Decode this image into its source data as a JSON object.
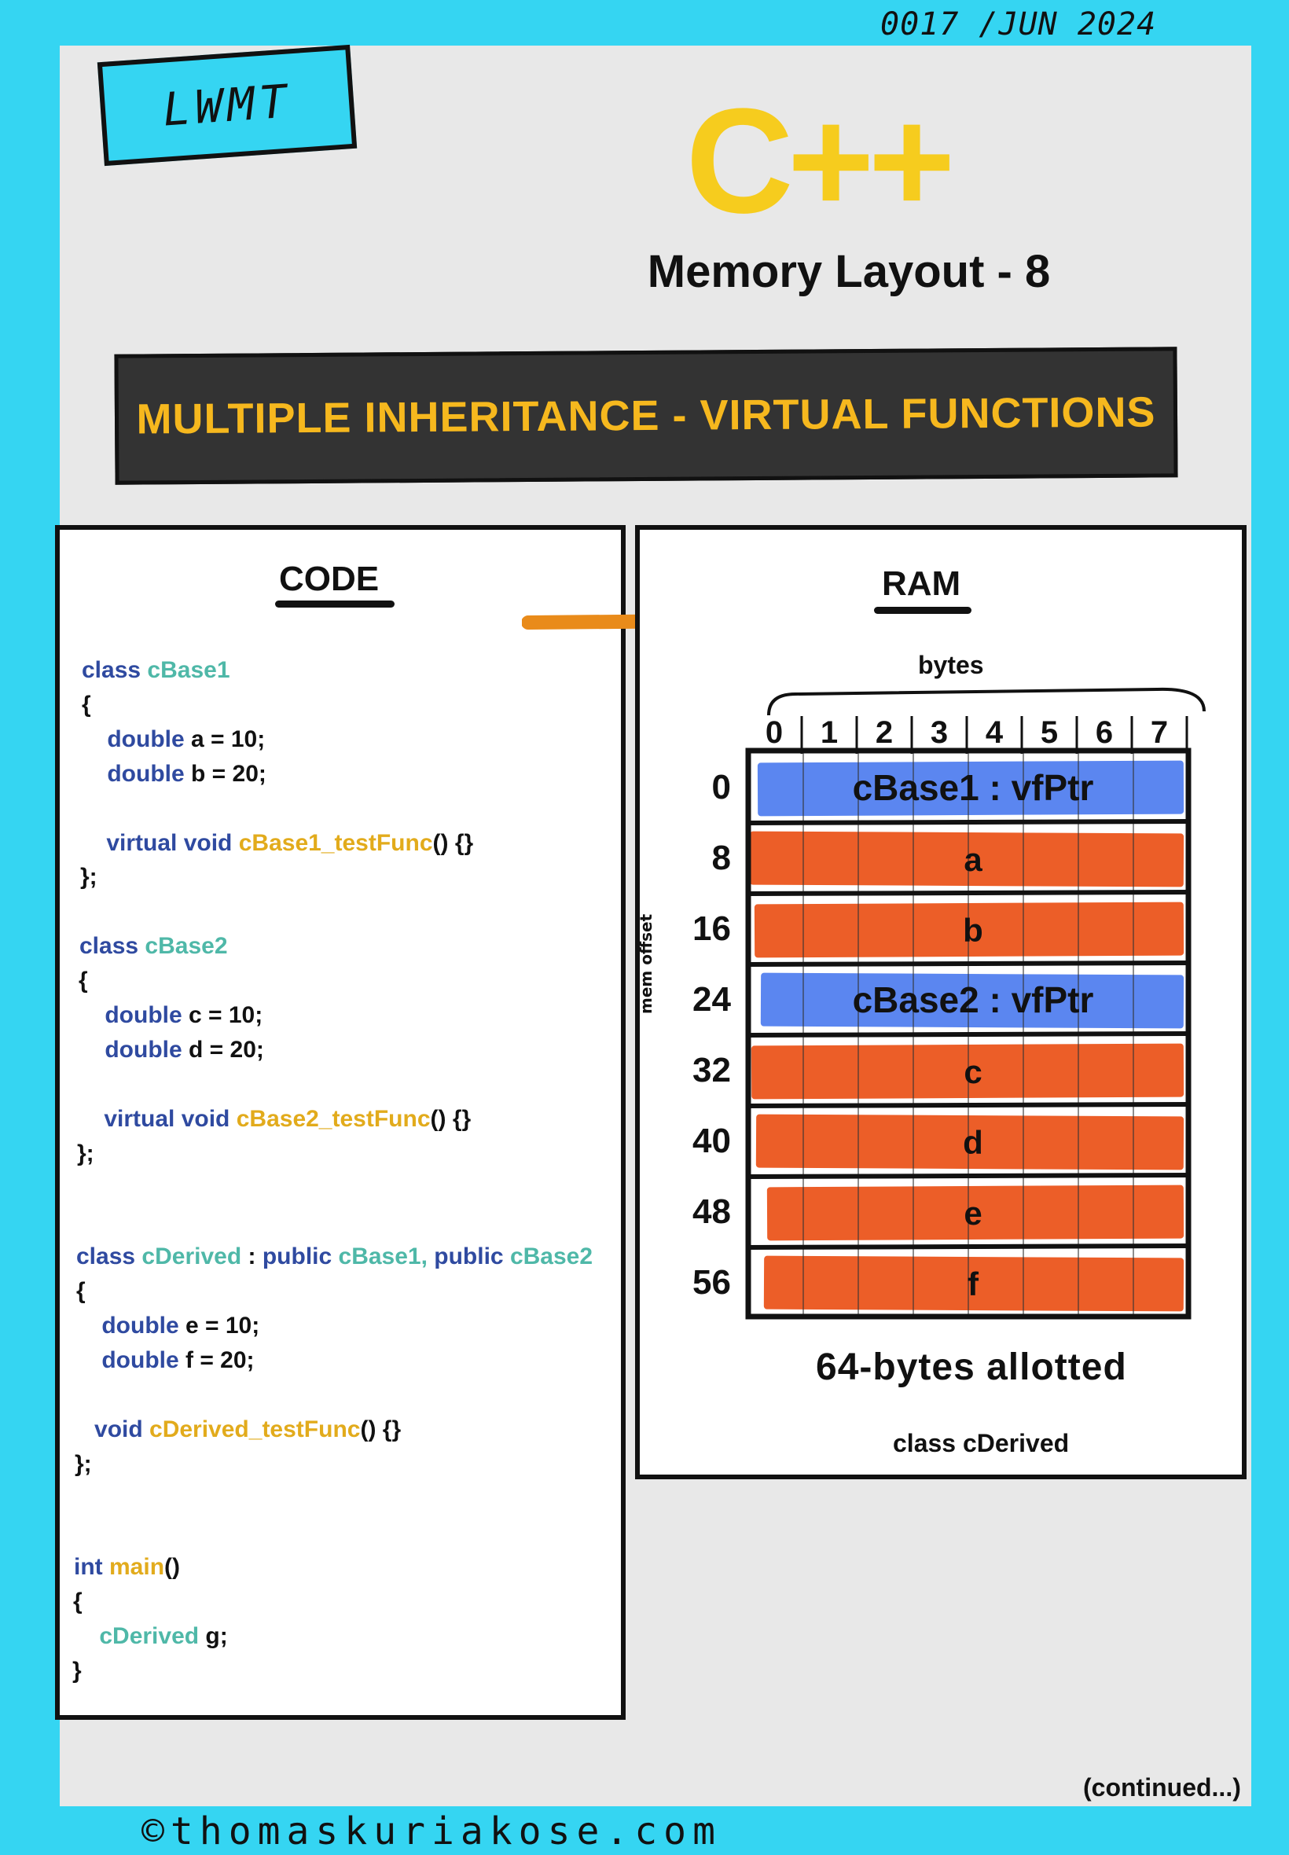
{
  "header": {
    "date": "0017 /JUN 2024",
    "badge": "LWMT",
    "title": "C++",
    "subtitle": "Memory Layout - 8",
    "banner": "MULTIPLE INHERITANCE - VIRTUAL FUNCTIONS"
  },
  "code_panel": {
    "heading": "CODE",
    "lines": [
      [
        {
          "t": "class ",
          "c": "kw"
        },
        {
          "t": "cBase1",
          "c": "cls"
        }
      ],
      [
        {
          "t": "{",
          "c": "plain"
        }
      ],
      [
        {
          "t": "    double ",
          "c": "kw"
        },
        {
          "t": "a = 10;",
          "c": "plain"
        }
      ],
      [
        {
          "t": "    double ",
          "c": "kw"
        },
        {
          "t": "b = 20;",
          "c": "plain"
        }
      ],
      [],
      [
        {
          "t": "    virtual void ",
          "c": "kw"
        },
        {
          "t": "cBase1_testFunc",
          "c": "fn"
        },
        {
          "t": "() {}",
          "c": "plain"
        }
      ],
      [
        {
          "t": "};",
          "c": "plain"
        }
      ],
      [],
      [
        {
          "t": "class ",
          "c": "kw"
        },
        {
          "t": "cBase2",
          "c": "cls"
        }
      ],
      [
        {
          "t": "{",
          "c": "plain"
        }
      ],
      [
        {
          "t": "    double ",
          "c": "kw"
        },
        {
          "t": "c = 10;",
          "c": "plain"
        }
      ],
      [
        {
          "t": "    double ",
          "c": "kw"
        },
        {
          "t": "d = 20;",
          "c": "plain"
        }
      ],
      [],
      [
        {
          "t": "    virtual void ",
          "c": "kw"
        },
        {
          "t": "cBase2_testFunc",
          "c": "fn"
        },
        {
          "t": "() {}",
          "c": "plain"
        }
      ],
      [
        {
          "t": "};",
          "c": "plain"
        }
      ],
      [],
      [],
      [
        {
          "t": "class ",
          "c": "kw"
        },
        {
          "t": "cDerived",
          "c": "cls"
        },
        {
          "t": " : ",
          "c": "plain"
        },
        {
          "t": "public ",
          "c": "kw"
        },
        {
          "t": "cBase1, ",
          "c": "cls"
        },
        {
          "t": "public ",
          "c": "kw"
        },
        {
          "t": "cBase2",
          "c": "cls"
        }
      ],
      [
        {
          "t": "{",
          "c": "plain"
        }
      ],
      [
        {
          "t": "    double ",
          "c": "kw"
        },
        {
          "t": "e = 10;",
          "c": "plain"
        }
      ],
      [
        {
          "t": "    double ",
          "c": "kw"
        },
        {
          "t": "f = 20;",
          "c": "plain"
        }
      ],
      [],
      [
        {
          "t": "   void ",
          "c": "kw"
        },
        {
          "t": "cDerived_testFunc",
          "c": "fn"
        },
        {
          "t": "() {}",
          "c": "plain"
        }
      ],
      [
        {
          "t": "};",
          "c": "plain"
        }
      ],
      [],
      [],
      [
        {
          "t": "int ",
          "c": "kw"
        },
        {
          "t": "main",
          "c": "fn"
        },
        {
          "t": "()",
          "c": "plain"
        }
      ],
      [
        {
          "t": "{",
          "c": "plain"
        }
      ],
      [
        {
          "t": "    ",
          "c": "plain"
        },
        {
          "t": "cDerived ",
          "c": "cls"
        },
        {
          "t": "g;",
          "c": "plain"
        }
      ],
      [
        {
          "t": "}",
          "c": "plain"
        }
      ]
    ]
  },
  "ram_panel": {
    "heading": "RAM",
    "bytes_label": "bytes",
    "byte_columns": [
      "0",
      "1",
      "2",
      "3",
      "4",
      "5",
      "6",
      "7"
    ],
    "axis_label": "mem offset",
    "rows": [
      {
        "offset": "0",
        "label": "cBase1 : vfPtr",
        "kind": "vptr"
      },
      {
        "offset": "8",
        "label": "a",
        "kind": "member"
      },
      {
        "offset": "16",
        "label": "b",
        "kind": "member"
      },
      {
        "offset": "24",
        "label": "cBase2 : vfPtr",
        "kind": "vptr"
      },
      {
        "offset": "32",
        "label": "c",
        "kind": "member"
      },
      {
        "offset": "40",
        "label": "d",
        "kind": "member"
      },
      {
        "offset": "48",
        "label": "e",
        "kind": "member"
      },
      {
        "offset": "56",
        "label": "f",
        "kind": "member"
      }
    ],
    "allotted": "64-bytes allotted",
    "struct_label": "class cDerived"
  },
  "footer": {
    "continued": "(continued...)",
    "copyright": "©thomaskuriakose.com"
  },
  "colors": {
    "background": "#35d5f2",
    "sheet": "#e8e8e8",
    "title_yellow": "#f6cc1e",
    "banner_dark": "#333333",
    "banner_text": "#f6b81e",
    "vptr_blue": "#5b86f0",
    "member_orange": "#ec5e28",
    "arrow_orange": "#e98b1a",
    "keyword": "#2f4aa0",
    "class_name": "#4fb8a8",
    "function_name": "#e2ab1c"
  }
}
